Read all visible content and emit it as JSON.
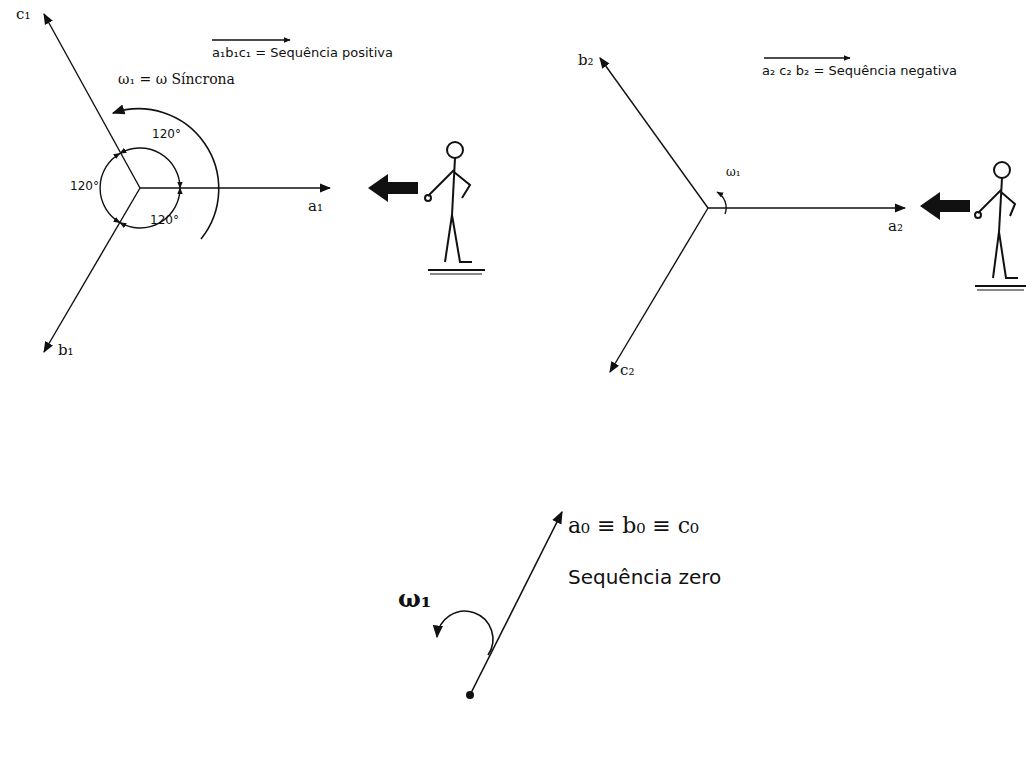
{
  "diagram": {
    "labels": [
      "a₁b₁c₁ = Sequência positiva",
      "ω₁ = ω Síncrona",
      "c₁",
      "120°",
      "120°",
      "120°",
      "a₁",
      "b₁",
      "b₂",
      "a₂ c₂ b₂ = Sequência negativa",
      "ω₁",
      "a₂",
      "c₂",
      "a₀ ≡ b₀ ≡ c₀",
      "Sequência zero",
      "ω₁"
    ]
  }
}
